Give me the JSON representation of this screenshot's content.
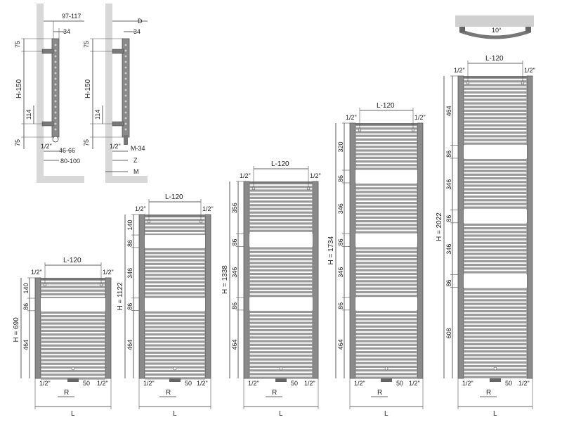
{
  "side_views": {
    "left": {
      "top_label": "97-117",
      "width_label": "34",
      "h_label": "H-150",
      "top_offset": "75",
      "mid_label": "114",
      "bottom_offset": "75",
      "valve_label": "1/2\"",
      "depth1": "46-66",
      "depth2": "80-100"
    },
    "right": {
      "top_label": "D",
      "width_label": "34",
      "h_label": "H-150",
      "top_offset": "75",
      "mid_label": "114",
      "bottom_offset": "75",
      "valve_label": "1/2\"",
      "m34": "M-34",
      "z": "Z",
      "m": "M"
    }
  },
  "tilt_label": "10°",
  "radiators": [
    {
      "h_label": "H = 690",
      "top_width": "L-120",
      "pipe_left": "1/2\"",
      "pipe_right": "1/2\"",
      "segments": [
        "140",
        "86",
        "464"
      ],
      "bottom_left": "1/2\"",
      "bottom_right": "1/2\"",
      "r_label": "R",
      "fifty": "50",
      "l_label": "L"
    },
    {
      "h_label": "H = 1122",
      "top_width": "L-120",
      "pipe_left": "1/2\"",
      "pipe_right": "1/2\"",
      "segments": [
        "140",
        "86",
        "346",
        "86",
        "464"
      ],
      "bottom_left": "1/2\"",
      "bottom_right": "1/2\"",
      "r_label": "R",
      "fifty": "50",
      "l_label": "L"
    },
    {
      "h_label": "H = 1338",
      "top_width": "L-120",
      "pipe_left": "1/2\"",
      "pipe_right": "1/2\"",
      "segments": [
        "356",
        "86",
        "346",
        "86",
        "464"
      ],
      "bottom_left": "1/2\"",
      "bottom_right": "1/2\"",
      "r_label": "R",
      "fifty": "50",
      "l_label": "L"
    },
    {
      "h_label": "H = 1734",
      "top_width": "L-120",
      "pipe_left": "1/2\"",
      "pipe_right": "1/2\"",
      "segments": [
        "320",
        "86",
        "346",
        "86",
        "346",
        "86",
        "464"
      ],
      "bottom_left": "1/2\"",
      "bottom_right": "1/2\"",
      "r_label": "R",
      "fifty": "50",
      "l_label": "L"
    },
    {
      "h_label": "H = 2022",
      "top_width": "L-120",
      "pipe_left": "1/2\"",
      "pipe_right": "1/2\"",
      "segments": [
        "464",
        "86",
        "346",
        "86",
        "346",
        "86",
        "608"
      ],
      "bottom_left": "1/2\"",
      "bottom_right": "1/2\"",
      "r_label": "R",
      "fifty": "50",
      "l_label": "L"
    }
  ],
  "colors": {
    "frame": "#8a8a8a",
    "wall": "#d8d8d8",
    "line": "#333333"
  }
}
